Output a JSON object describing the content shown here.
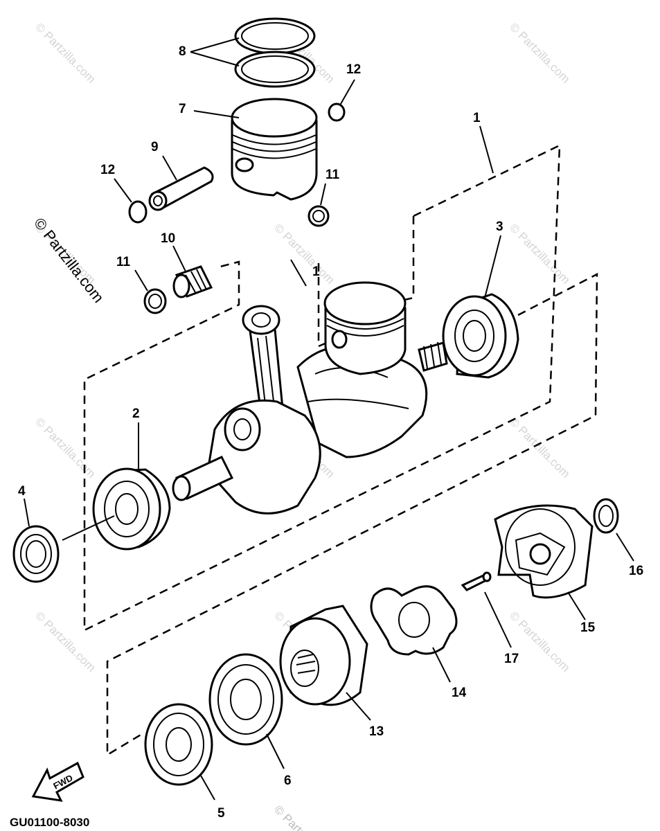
{
  "diagram_code": "GU01100-8030",
  "fwd_label": "FWD",
  "watermark": "© Partzilla.com",
  "callouts": [
    {
      "id": "1",
      "name": "crankshaft-assembly"
    },
    {
      "id": "1",
      "name": "crankshaft-assembly-inner"
    },
    {
      "id": "2",
      "name": "bearing-left"
    },
    {
      "id": "3",
      "name": "bearing-right"
    },
    {
      "id": "4",
      "name": "oil-seal-left"
    },
    {
      "id": "5",
      "name": "oil-seal-front"
    },
    {
      "id": "6",
      "name": "bearing-front"
    },
    {
      "id": "7",
      "name": "piston"
    },
    {
      "id": "8",
      "name": "piston-ring-set"
    },
    {
      "id": "9",
      "name": "piston-pin"
    },
    {
      "id": "10",
      "name": "needle-bearing"
    },
    {
      "id": "11",
      "name": "washer-right"
    },
    {
      "id": "11",
      "name": "washer-left"
    },
    {
      "id": "12",
      "name": "circlip-right"
    },
    {
      "id": "12",
      "name": "circlip-left"
    },
    {
      "id": "13",
      "name": "coupling-hub"
    },
    {
      "id": "14",
      "name": "rubber-damper"
    },
    {
      "id": "15",
      "name": "coupling-flange"
    },
    {
      "id": "16",
      "name": "oil-seal-right"
    },
    {
      "id": "17",
      "name": "pin"
    }
  ]
}
